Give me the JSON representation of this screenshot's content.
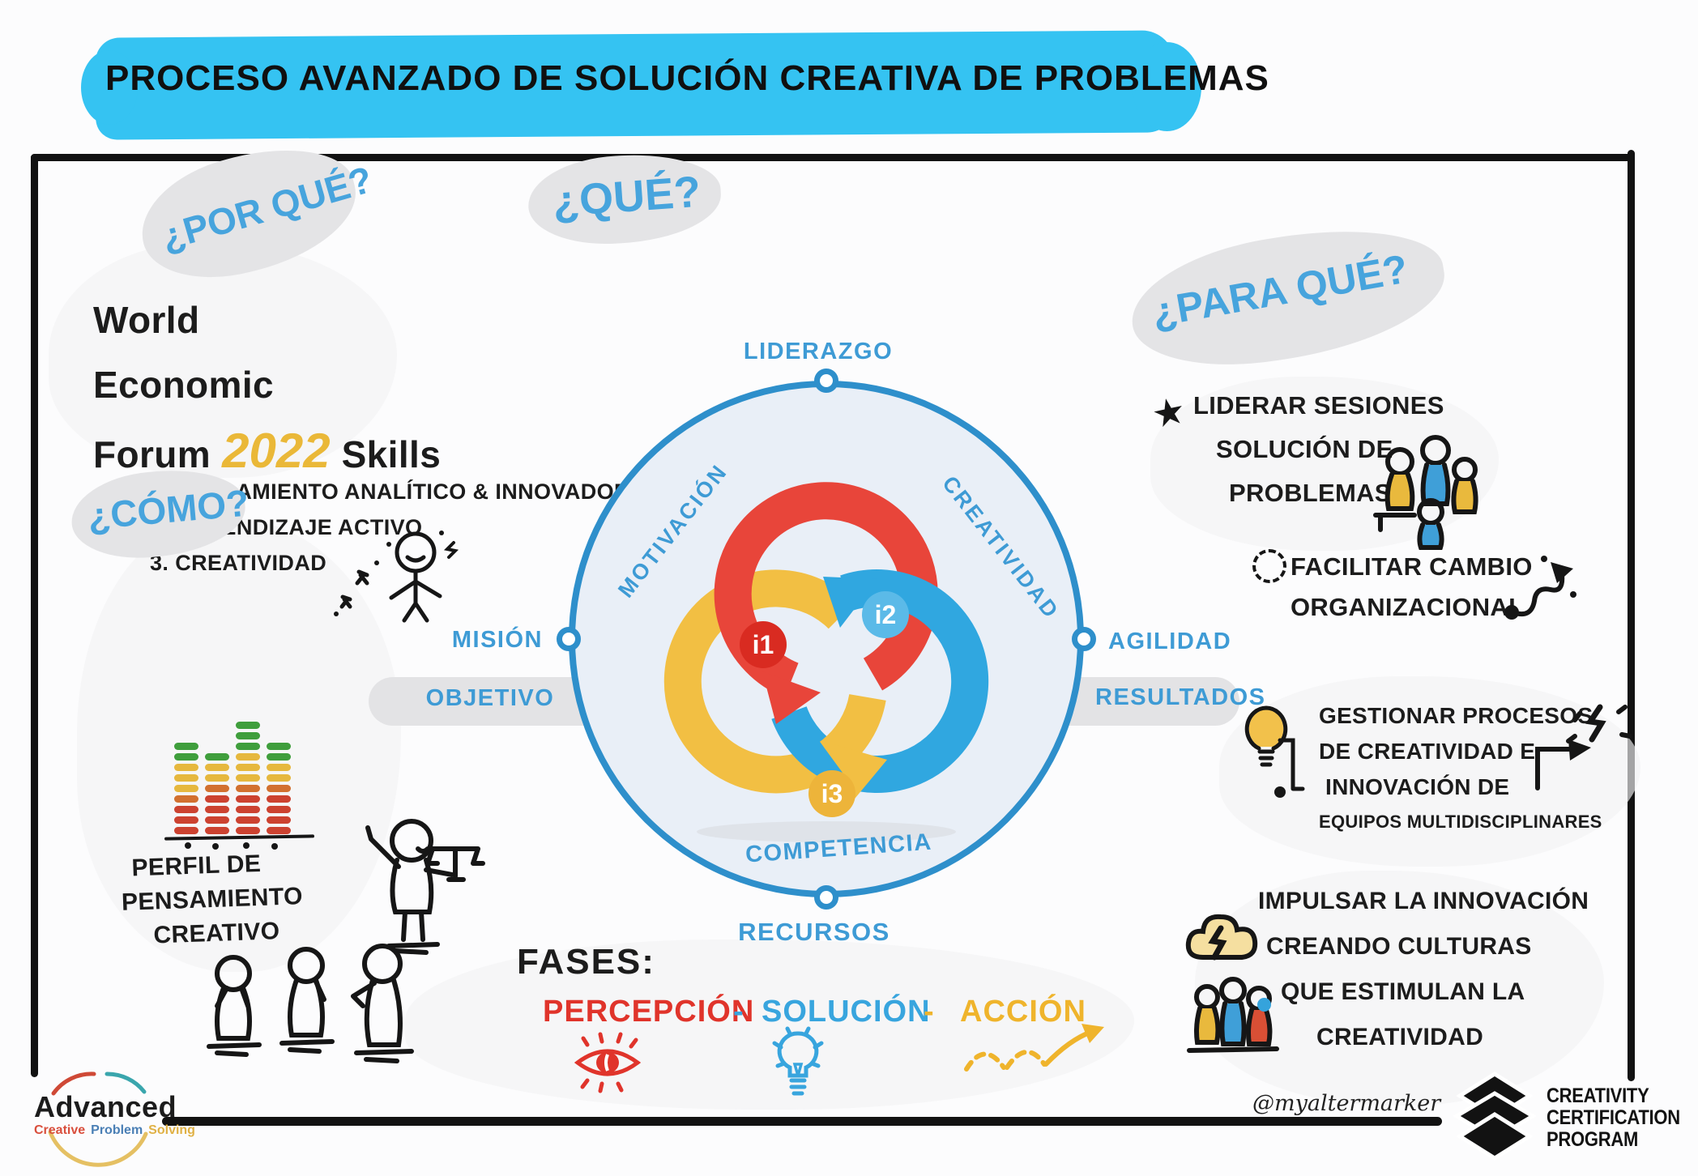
{
  "title": {
    "text": "PROCESO AVANZADO DE SOLUCIÓN CREATIVA DE PROBLEMAS"
  },
  "questions": {
    "why": "¿POR QUÉ?",
    "what": "¿QUÉ?",
    "how": "¿CÓMO?",
    "for_what": "¿PARA QUÉ?"
  },
  "why_section": {
    "wef_line1": "World",
    "wef_line2": "Economic",
    "wef_line3": "Forum",
    "wef_year": "2022",
    "wef_line4": "Skills",
    "skills": [
      "1. PENSAMIENTO ANALÍTICO & INNOVADOR",
      "2. APRENDIZAJE ACTIVO",
      "3. CREATIVIDAD"
    ]
  },
  "how_section": {
    "caption_lines": [
      "PERFIL DE",
      "PENSAMIENTO",
      "CREATIVO"
    ],
    "chart_columns": [
      [
        "#3f9e3c",
        "#3f9e3c",
        "#e6b83e",
        "#e6b83e",
        "#e6b83e",
        "#d2702f",
        "#cc4230",
        "#cc4230",
        "#cc4230"
      ],
      [
        "#3f9e3c",
        "#e6b83e",
        "#e6b83e",
        "#d2702f",
        "#cc4230",
        "#cc4230",
        "#cc4230",
        "#cc4230"
      ],
      [
        "#3f9e3c",
        "#3f9e3c",
        "#3f9e3c",
        "#e6b83e",
        "#e6b83e",
        "#e6b83e",
        "#d2702f",
        "#cc4230",
        "#cc4230",
        "#cc4230",
        "#cc4230"
      ],
      [
        "#3f9e3c",
        "#3f9e3c",
        "#e6b83e",
        "#e6b83e",
        "#d2702f",
        "#cc4230",
        "#cc4230",
        "#cc4230",
        "#cc4230"
      ]
    ]
  },
  "wheel": {
    "top": "LIDERAZGO",
    "upper_left": "MOTIVACIÓN",
    "upper_right": "CREATIVIDAD",
    "left": "MISIÓN",
    "left_band": "OBJETIVO",
    "right": "AGILIDAD",
    "right_band": "RESULTADOS",
    "bottom_inner": "COMPETENCIA",
    "bottom": "RECURSOS",
    "badges": [
      {
        "label": "i1",
        "color": "#d92b21"
      },
      {
        "label": "i2",
        "color": "#5bbae8"
      },
      {
        "label": "i3",
        "color": "#edb43a"
      }
    ]
  },
  "fases": {
    "heading": "FASES:",
    "separator": "-",
    "items": [
      {
        "label": "PERCEPCIÓN",
        "color": "#e0342b",
        "icon": "eye-icon"
      },
      {
        "label": "SOLUCIÓN",
        "color": "#38a5de",
        "icon": "lightbulb-icon"
      },
      {
        "label": "ACCIÓN",
        "color": "#efb42c",
        "icon": "bounce-arrow-icon"
      }
    ]
  },
  "for_what_section": {
    "items": [
      {
        "lines": [
          "LIDERAR SESIONES",
          "SOLUCIÓN DE",
          "PROBLEMAS"
        ]
      },
      {
        "lines": [
          "FACILITAR CAMBIO",
          "ORGANIZACIONAL"
        ]
      },
      {
        "lines": [
          "GESTIONAR PROCESOS",
          "DE CREATIVIDAD E",
          "INNOVACIÓN DE",
          "EQUIPOS MULTIDISCIPLINARES"
        ]
      },
      {
        "lines": [
          "IMPULSAR LA INNOVACIÓN",
          "CREANDO CULTURAS",
          "QUE ESTIMULAN LA",
          "CREATIVIDAD"
        ]
      }
    ]
  },
  "footer": {
    "brand_name": "Advanced",
    "brand_tagline": [
      {
        "word": "Creative",
        "color": "#d94f3d"
      },
      {
        "word": "Problem",
        "color": "#4a7fb5"
      },
      {
        "word": "Solving",
        "color": "#e0b145"
      }
    ],
    "handle": "@myaltermarker",
    "certification_lines": [
      "CREATIVITY",
      "CERTIFICATION",
      "PROGRAM"
    ]
  },
  "colors": {
    "banner_blue": "#35c3f2",
    "hand_blue": "#47a4dd",
    "arrow_red": "#e8453a",
    "arrow_blue": "#30a7e0",
    "arrow_yellow": "#f2bf43",
    "circle_fill": "#e9eff7",
    "circle_stroke": "#2e8fcb"
  }
}
